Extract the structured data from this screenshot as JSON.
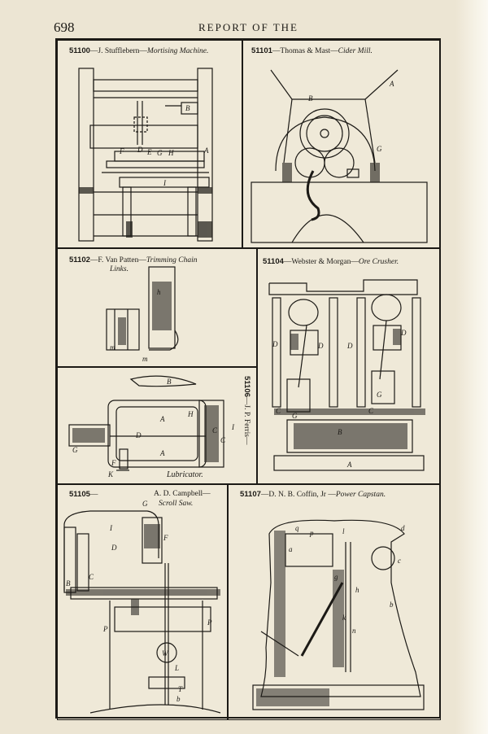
{
  "header": {
    "page_number": "698",
    "running_head": "REPORT OF THE"
  },
  "figures": [
    {
      "number": "51100",
      "text": "—J. Stufflebern—",
      "title": "Mortising Machine."
    },
    {
      "number": "51101",
      "text": "—Thomas & Mast—",
      "title": "Cider Mill."
    },
    {
      "number": "51102",
      "text": "—F. Van Patten—",
      "title": "Trimming Chain",
      "title2": "Links."
    },
    {
      "number": "51104",
      "text": "—Webster & Morgan—",
      "title": "Ore Crusher."
    },
    {
      "number": "51106",
      "text": "—J. P. Ferris—",
      "title": "",
      "sublabel": "Lubricator."
    },
    {
      "number": "51105",
      "text": "—",
      "inventor": "A. D. Campbell—",
      "title": "Scroll Saw."
    },
    {
      "number": "51107",
      "text": "—D. N. B. Coffin, Jr —",
      "title": "Power Capstan."
    }
  ],
  "letters": {
    "mortising": [
      "B",
      "D",
      "E",
      "G",
      "H",
      "F",
      "A",
      "I"
    ],
    "cider": [
      "A",
      "B",
      "G"
    ],
    "trimming": [
      "h",
      "m",
      "m"
    ],
    "ore": [
      "D",
      "D",
      "D",
      "D",
      "G",
      "G",
      "C",
      "C",
      "B",
      "A"
    ],
    "lubricator": [
      "B",
      "A",
      "A",
      "H",
      "I",
      "C",
      "C",
      "D",
      "G",
      "F",
      "K"
    ],
    "scroll": [
      "G",
      "I",
      "D",
      "F",
      "C",
      "B",
      "P",
      "P",
      "W",
      "L",
      "T",
      "b"
    ],
    "capstan": [
      "q",
      "p",
      "l",
      "d",
      "c",
      "a",
      "g",
      "h",
      "b",
      "k",
      "n"
    ]
  }
}
